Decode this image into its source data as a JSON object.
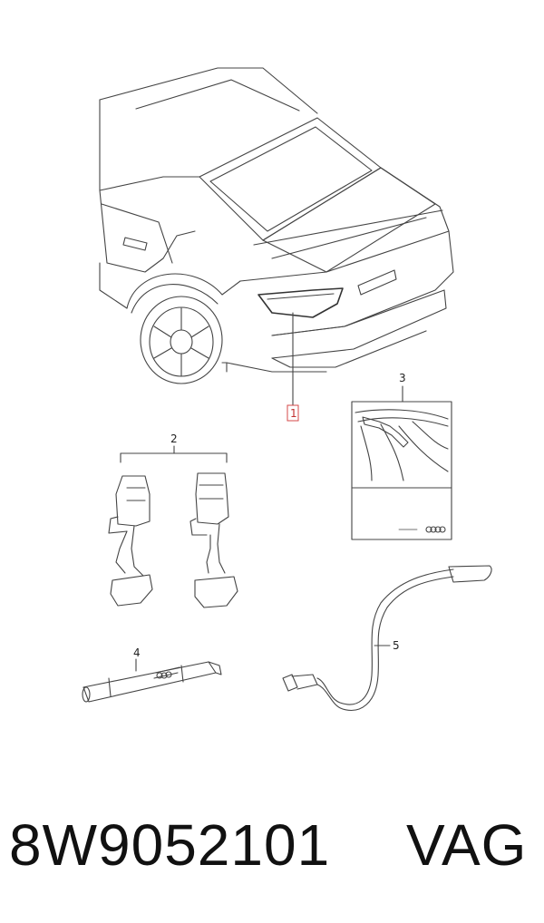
{
  "callouts": {
    "c1": "1",
    "c2": "2",
    "c3": "3",
    "c4": "4",
    "c5": "5"
  },
  "footer": {
    "part_number": "8W9052101",
    "brand": "VAG"
  },
  "colors": {
    "line": "#444444",
    "highlight_box": "#d44a4a",
    "text": "#111111"
  }
}
